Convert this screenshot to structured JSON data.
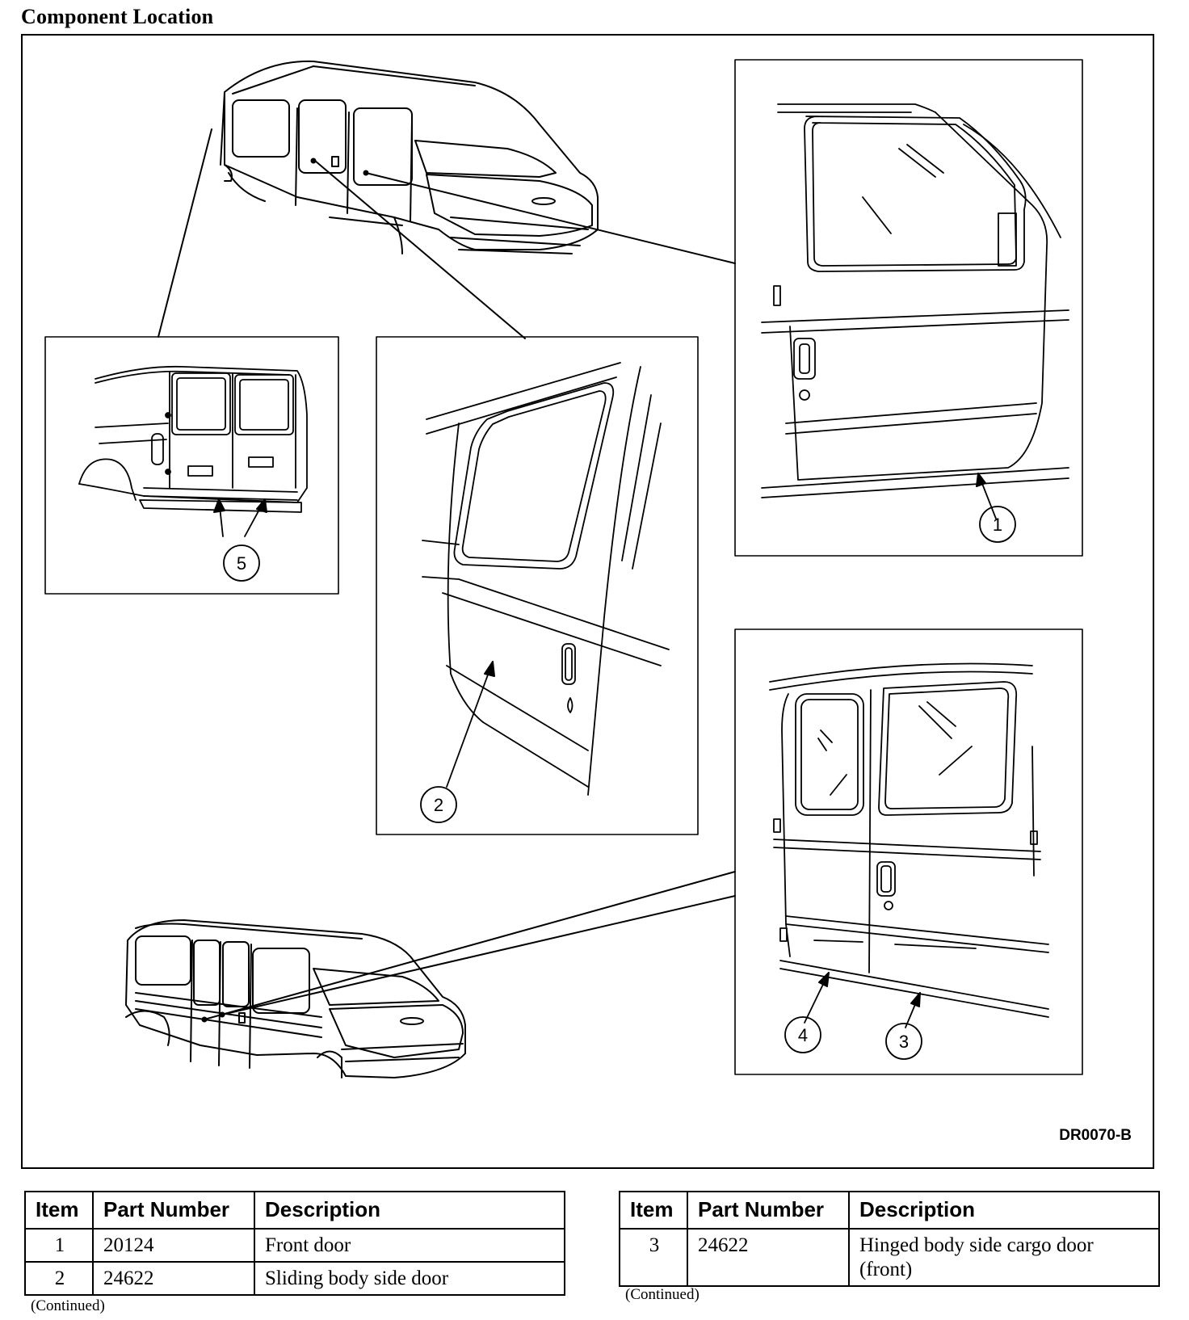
{
  "heading": "Component Location",
  "figure": {
    "code": "DR0070-B",
    "callouts": [
      "1",
      "2",
      "3",
      "4",
      "5"
    ]
  },
  "tables": [
    {
      "headers": [
        "Item",
        "Part Number",
        "Description"
      ],
      "rows": [
        {
          "item": "1",
          "part_number": "20124",
          "description": "Front door"
        },
        {
          "item": "2",
          "part_number": "24622",
          "description": "Sliding body side door"
        }
      ],
      "continued": "(Continued)"
    },
    {
      "headers": [
        "Item",
        "Part Number",
        "Description"
      ],
      "rows": [
        {
          "item": "3",
          "part_number": "24622",
          "description": "Hinged body side cargo door (front)"
        }
      ],
      "continued": "(Continued)"
    }
  ]
}
